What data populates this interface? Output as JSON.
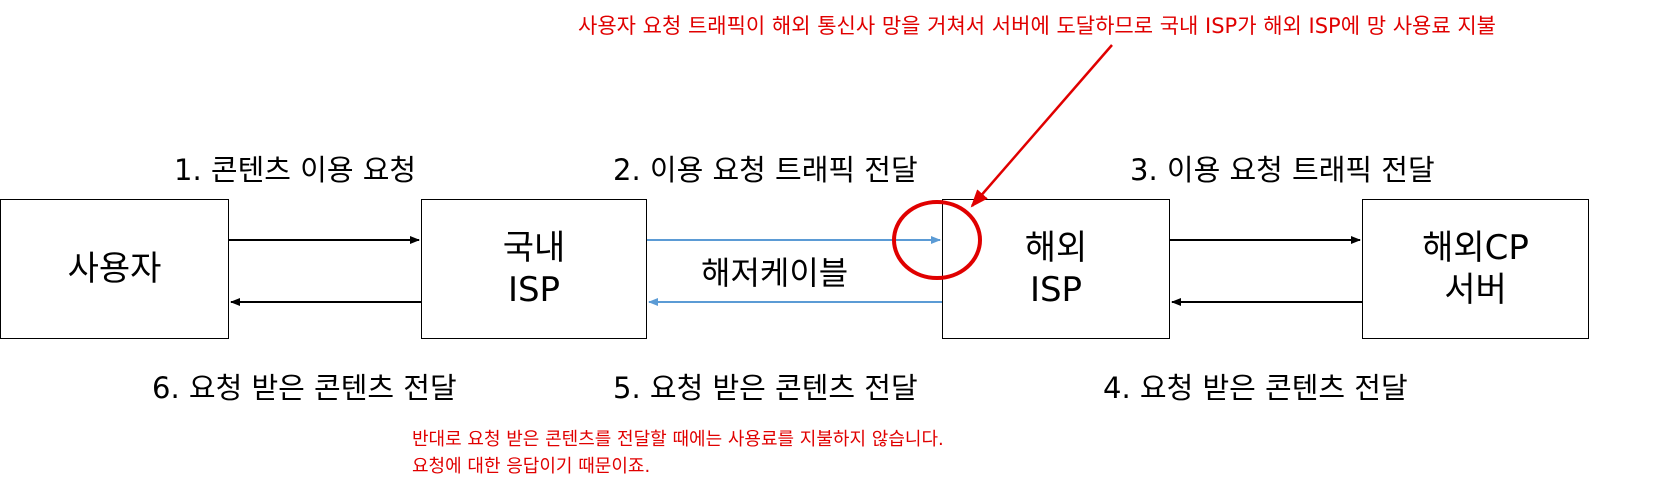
{
  "annotation_top": "사용자 요청 트래픽이 해외 통신사 망을 거쳐서 서버에 도달하므로 국내 ISP가 해외 ISP에 망 사용료 지불",
  "nodes": {
    "user": {
      "line1": "사용자"
    },
    "domestic_isp": {
      "line1": "국내",
      "line2": "ISP"
    },
    "overseas_isp": {
      "line1": "해외",
      "line2": "ISP"
    },
    "overseas_cp": {
      "line1": "해외CP",
      "line2": "서버"
    }
  },
  "labels": {
    "step1": "1. 콘텐츠 이용 요청",
    "step2": "2. 이용 요청 트래픽 전달",
    "step3": "3. 이용 요청 트래픽 전달",
    "step4": "4. 요청 받은 콘텐츠 전달",
    "step5": "5. 요청 받은 콘텐츠 전달",
    "step6": "6. 요청 받은 콘텐츠 전달",
    "cable": "해저케이블"
  },
  "annotation_bottom": {
    "line1": "반대로 요청 받은 콘텐츠를 전달할 때에는 사용료를 지불하지 않습니다.",
    "line2": "요청에 대한 응답이기 때문이죠."
  },
  "colors": {
    "annotation": "#e00000",
    "cable_arrows": "#5b9bd5",
    "arrows": "#000000"
  }
}
